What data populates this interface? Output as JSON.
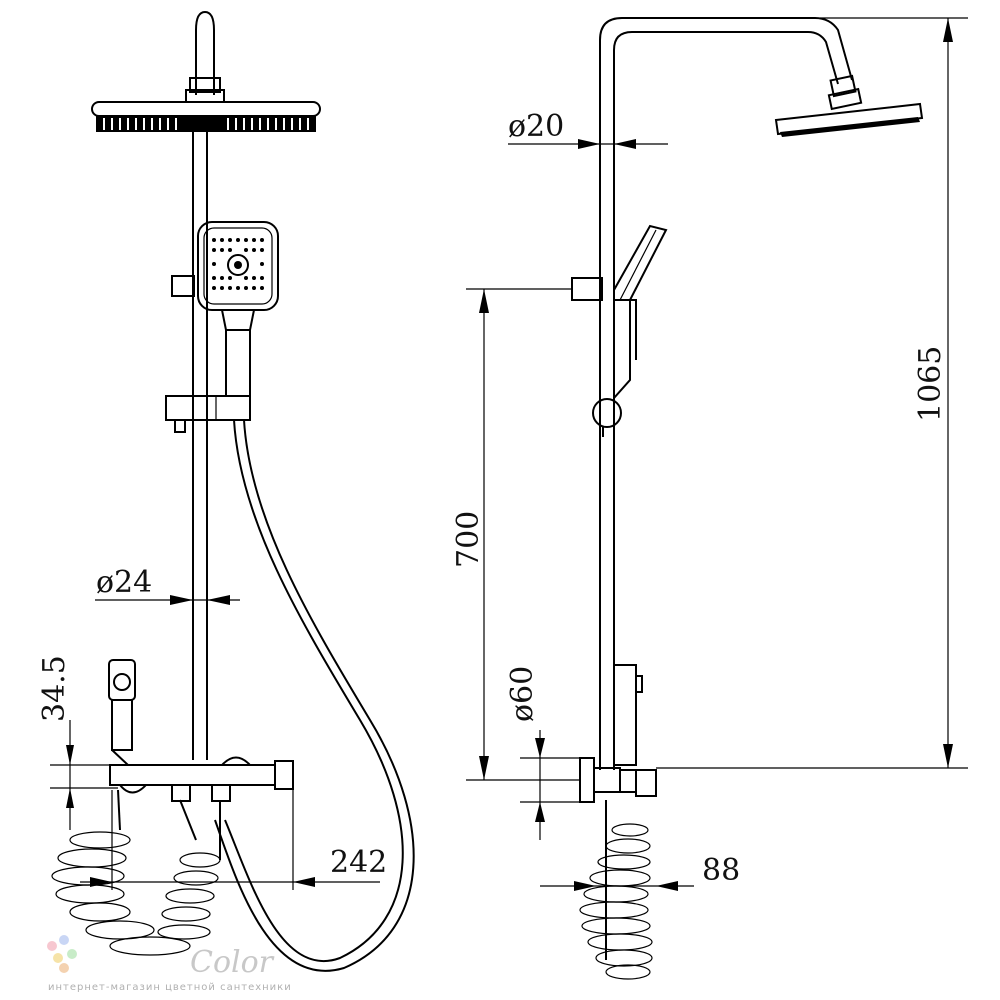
{
  "dimensions": {
    "shower_head_pipe_diameter": "ø20",
    "column_diameter": "ø24",
    "total_height": "1065",
    "handshower_holder_height": "700",
    "spout_diameter": "ø60",
    "spout_projection": "88",
    "mixer_width": "242",
    "outlet_offset": "34.5"
  },
  "watermark": {
    "brand": "Color",
    "tagline": "интернет-магазин цветной сантехники"
  }
}
